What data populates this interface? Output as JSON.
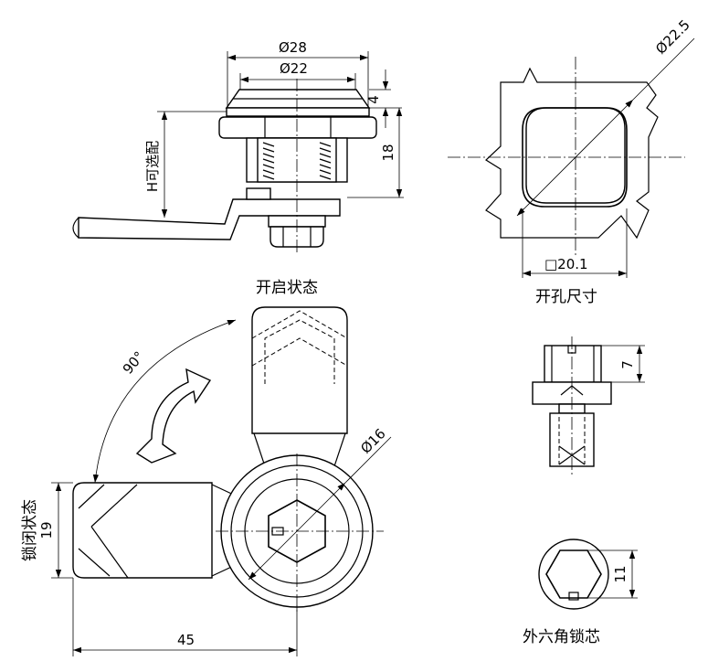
{
  "dimensions": {
    "dia_28": "Ø28",
    "dia_22": "Ø22",
    "thk_4": "4",
    "len_18": "18",
    "h_optional": "H可选配",
    "dia_22_5": "Ø22.5",
    "sq_20_1": "□20.1",
    "core_7": "7",
    "angle_90": "90°",
    "dia_16": "Ø16",
    "width_19": "19",
    "len_45": "45",
    "hex_11": "11"
  },
  "labels": {
    "open_state": "开启状态",
    "cutout": "开孔尺寸",
    "closed_state": "锁闭状态",
    "hex_core": "外六角锁芯"
  }
}
